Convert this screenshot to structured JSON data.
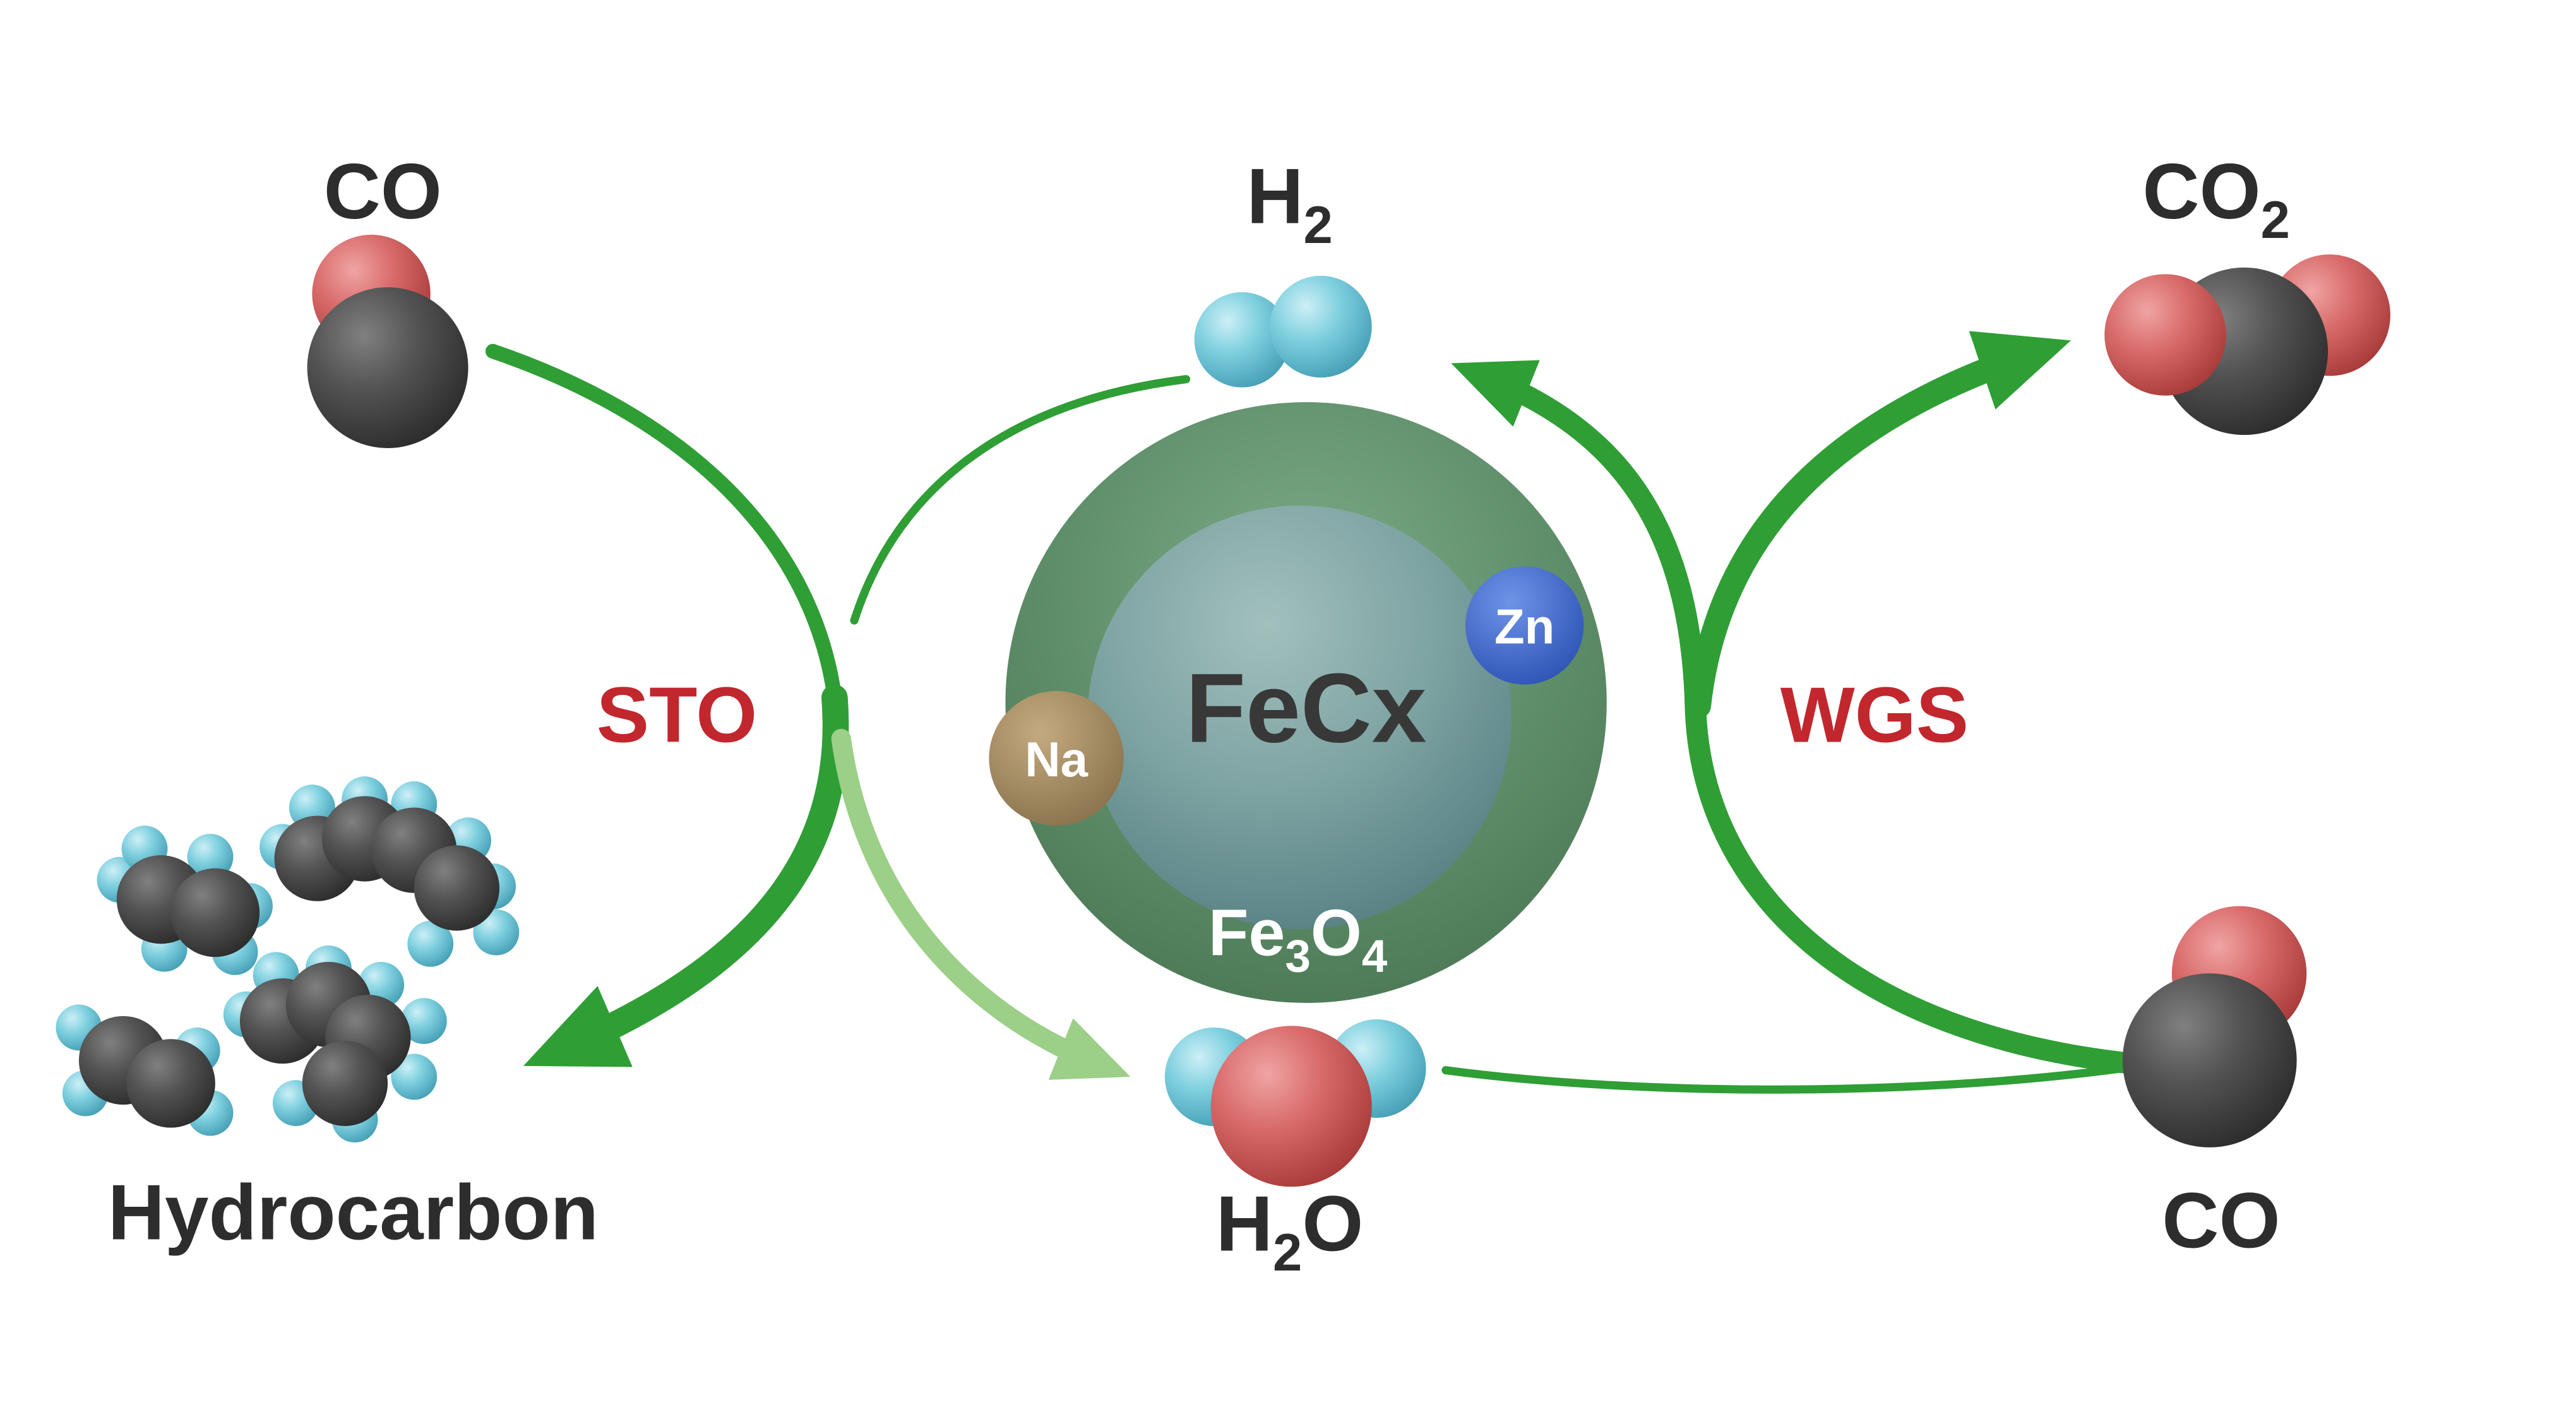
{
  "diagram": {
    "center": {
      "core_label": "FeCx",
      "shell": {
        "p1": "Fe",
        "s1": "3",
        "p2": "O",
        "s2": "4"
      },
      "promoters": {
        "na": "Na",
        "zn": "Zn"
      }
    },
    "cycles": {
      "left": {
        "label": "STO"
      },
      "right": {
        "label": "WGS"
      }
    },
    "species": {
      "co_top_left": "CO",
      "h2": {
        "main": "H",
        "sub": "2"
      },
      "co2": {
        "main": "CO",
        "sub": "2"
      },
      "hydrocarbon": "Hydrocarbon",
      "h2o": {
        "p1": "H",
        "s1": "2",
        "p2": "O"
      },
      "co_bottom_right": "CO"
    },
    "colors": {
      "arrow_green": "#2f9e35",
      "arrow_light_green": "#9ccf87",
      "reaction_label_red": "#c1272d",
      "carbon_sphere": "#4a4a4a",
      "oxygen_sphere": "#c65353",
      "hydrogen_sphere": "#66c2d6",
      "catalyst_shell_green": "#55855f",
      "catalyst_core_teal": "#6f9a9a",
      "na_promoter_tan": "#a08a5f",
      "zn_promoter_blue": "#3a66cf",
      "text_dark": "#2d2d2d"
    }
  }
}
